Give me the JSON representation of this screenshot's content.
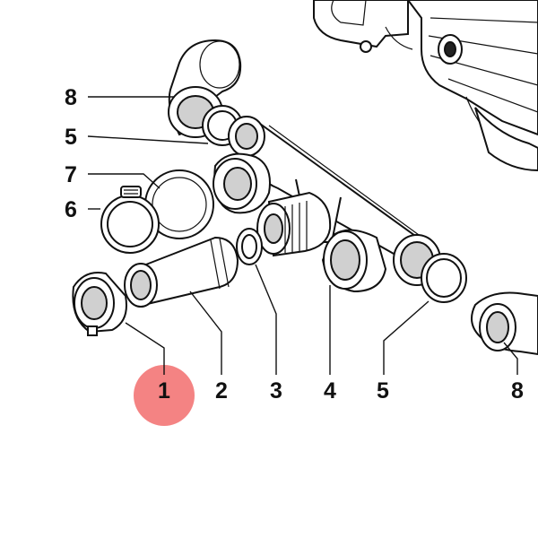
{
  "diagram": {
    "highlight_color": "#f26d6d",
    "ink_color": "#111111",
    "callouts": [
      {
        "label": "8"
      },
      {
        "label": "5"
      },
      {
        "label": "7"
      },
      {
        "label": "6"
      },
      {
        "label": "1"
      },
      {
        "label": "2"
      },
      {
        "label": "3"
      },
      {
        "label": "4"
      },
      {
        "label": "5"
      },
      {
        "label": "8"
      }
    ],
    "highlighted_callout": "1"
  }
}
